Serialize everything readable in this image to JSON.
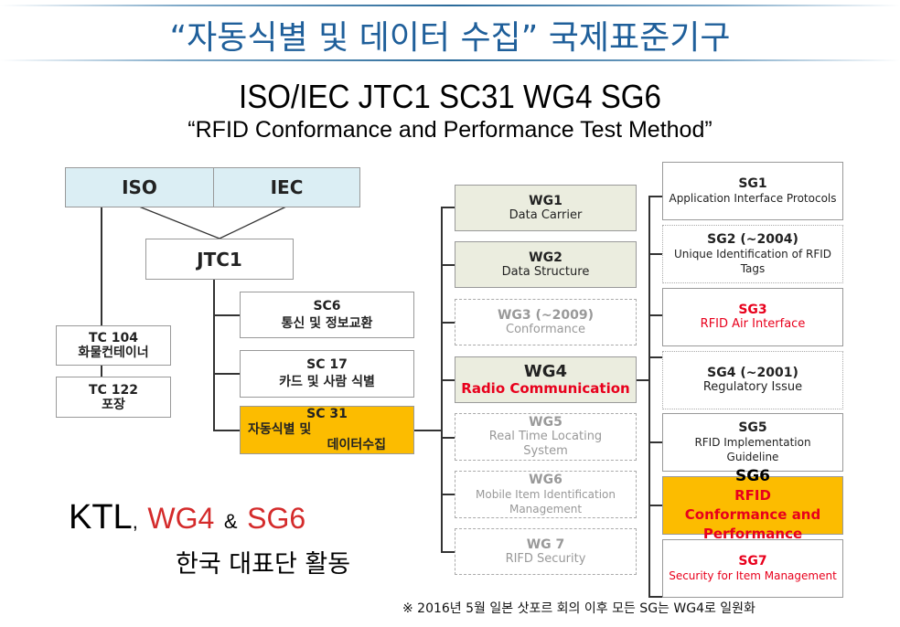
{
  "header": {
    "title": "“자동식별 및 데이터 수집” 국제표준기구",
    "subtitle": "ISO/IEC JTC1 SC31 WG4 SG6",
    "subtitle2": "“RFID Conformance and Performance Test Method”"
  },
  "org": {
    "iso": "ISO",
    "iec": "IEC",
    "jtc1": "JTC1",
    "tc104": {
      "code": "TC 104",
      "name": "화물컨테이너"
    },
    "tc122": {
      "code": "TC 122",
      "name": "포장"
    },
    "sc6": {
      "code": "SC6",
      "name": "통신 및 정보교환"
    },
    "sc17": {
      "code": "SC 17",
      "name": "카드 및 사람 식별"
    },
    "sc31": {
      "code": "SC 31",
      "name1": "자동식별 및",
      "name2": "데이터수집"
    }
  },
  "wgs": [
    {
      "code": "WG1",
      "name": "Data Carrier"
    },
    {
      "code": "WG2",
      "name": "Data Structure"
    },
    {
      "code": "WG3 (~2009)",
      "name": "Conformance"
    },
    {
      "code": "WG4",
      "name": "Radio Communication"
    },
    {
      "code": "WG5",
      "name": "Real Time Locating System"
    },
    {
      "code": "WG6",
      "name": "Mobile Item Identification Management"
    },
    {
      "code": "WG 7",
      "name": "RIFD Security"
    }
  ],
  "sgs": [
    {
      "code": "SG1",
      "name": "Application Interface Protocols"
    },
    {
      "code": "SG2 (~2004)",
      "name": "Unique Identification of RFID Tags"
    },
    {
      "code": "SG3",
      "name": "RFID Air Interface"
    },
    {
      "code": "SG4 (~2001)",
      "name": "Regulatory Issue"
    },
    {
      "code": "SG5",
      "name": "RFID Implementation Guideline"
    },
    {
      "code": "SG6",
      "name": "RFID Conformance and Performance"
    },
    {
      "code": "SG7",
      "name": "Security for Item Management"
    }
  ],
  "ktl": {
    "ktl": "KTL",
    "comma": ",",
    "wg4": "WG4",
    "amp": "&",
    "sg6": "SG6",
    "korean": "한국 대표단 활동"
  },
  "footnote": "※ 2016년 5월 일본 삿포르 회의 이후 모든 SG는 WG4로 일원화"
}
